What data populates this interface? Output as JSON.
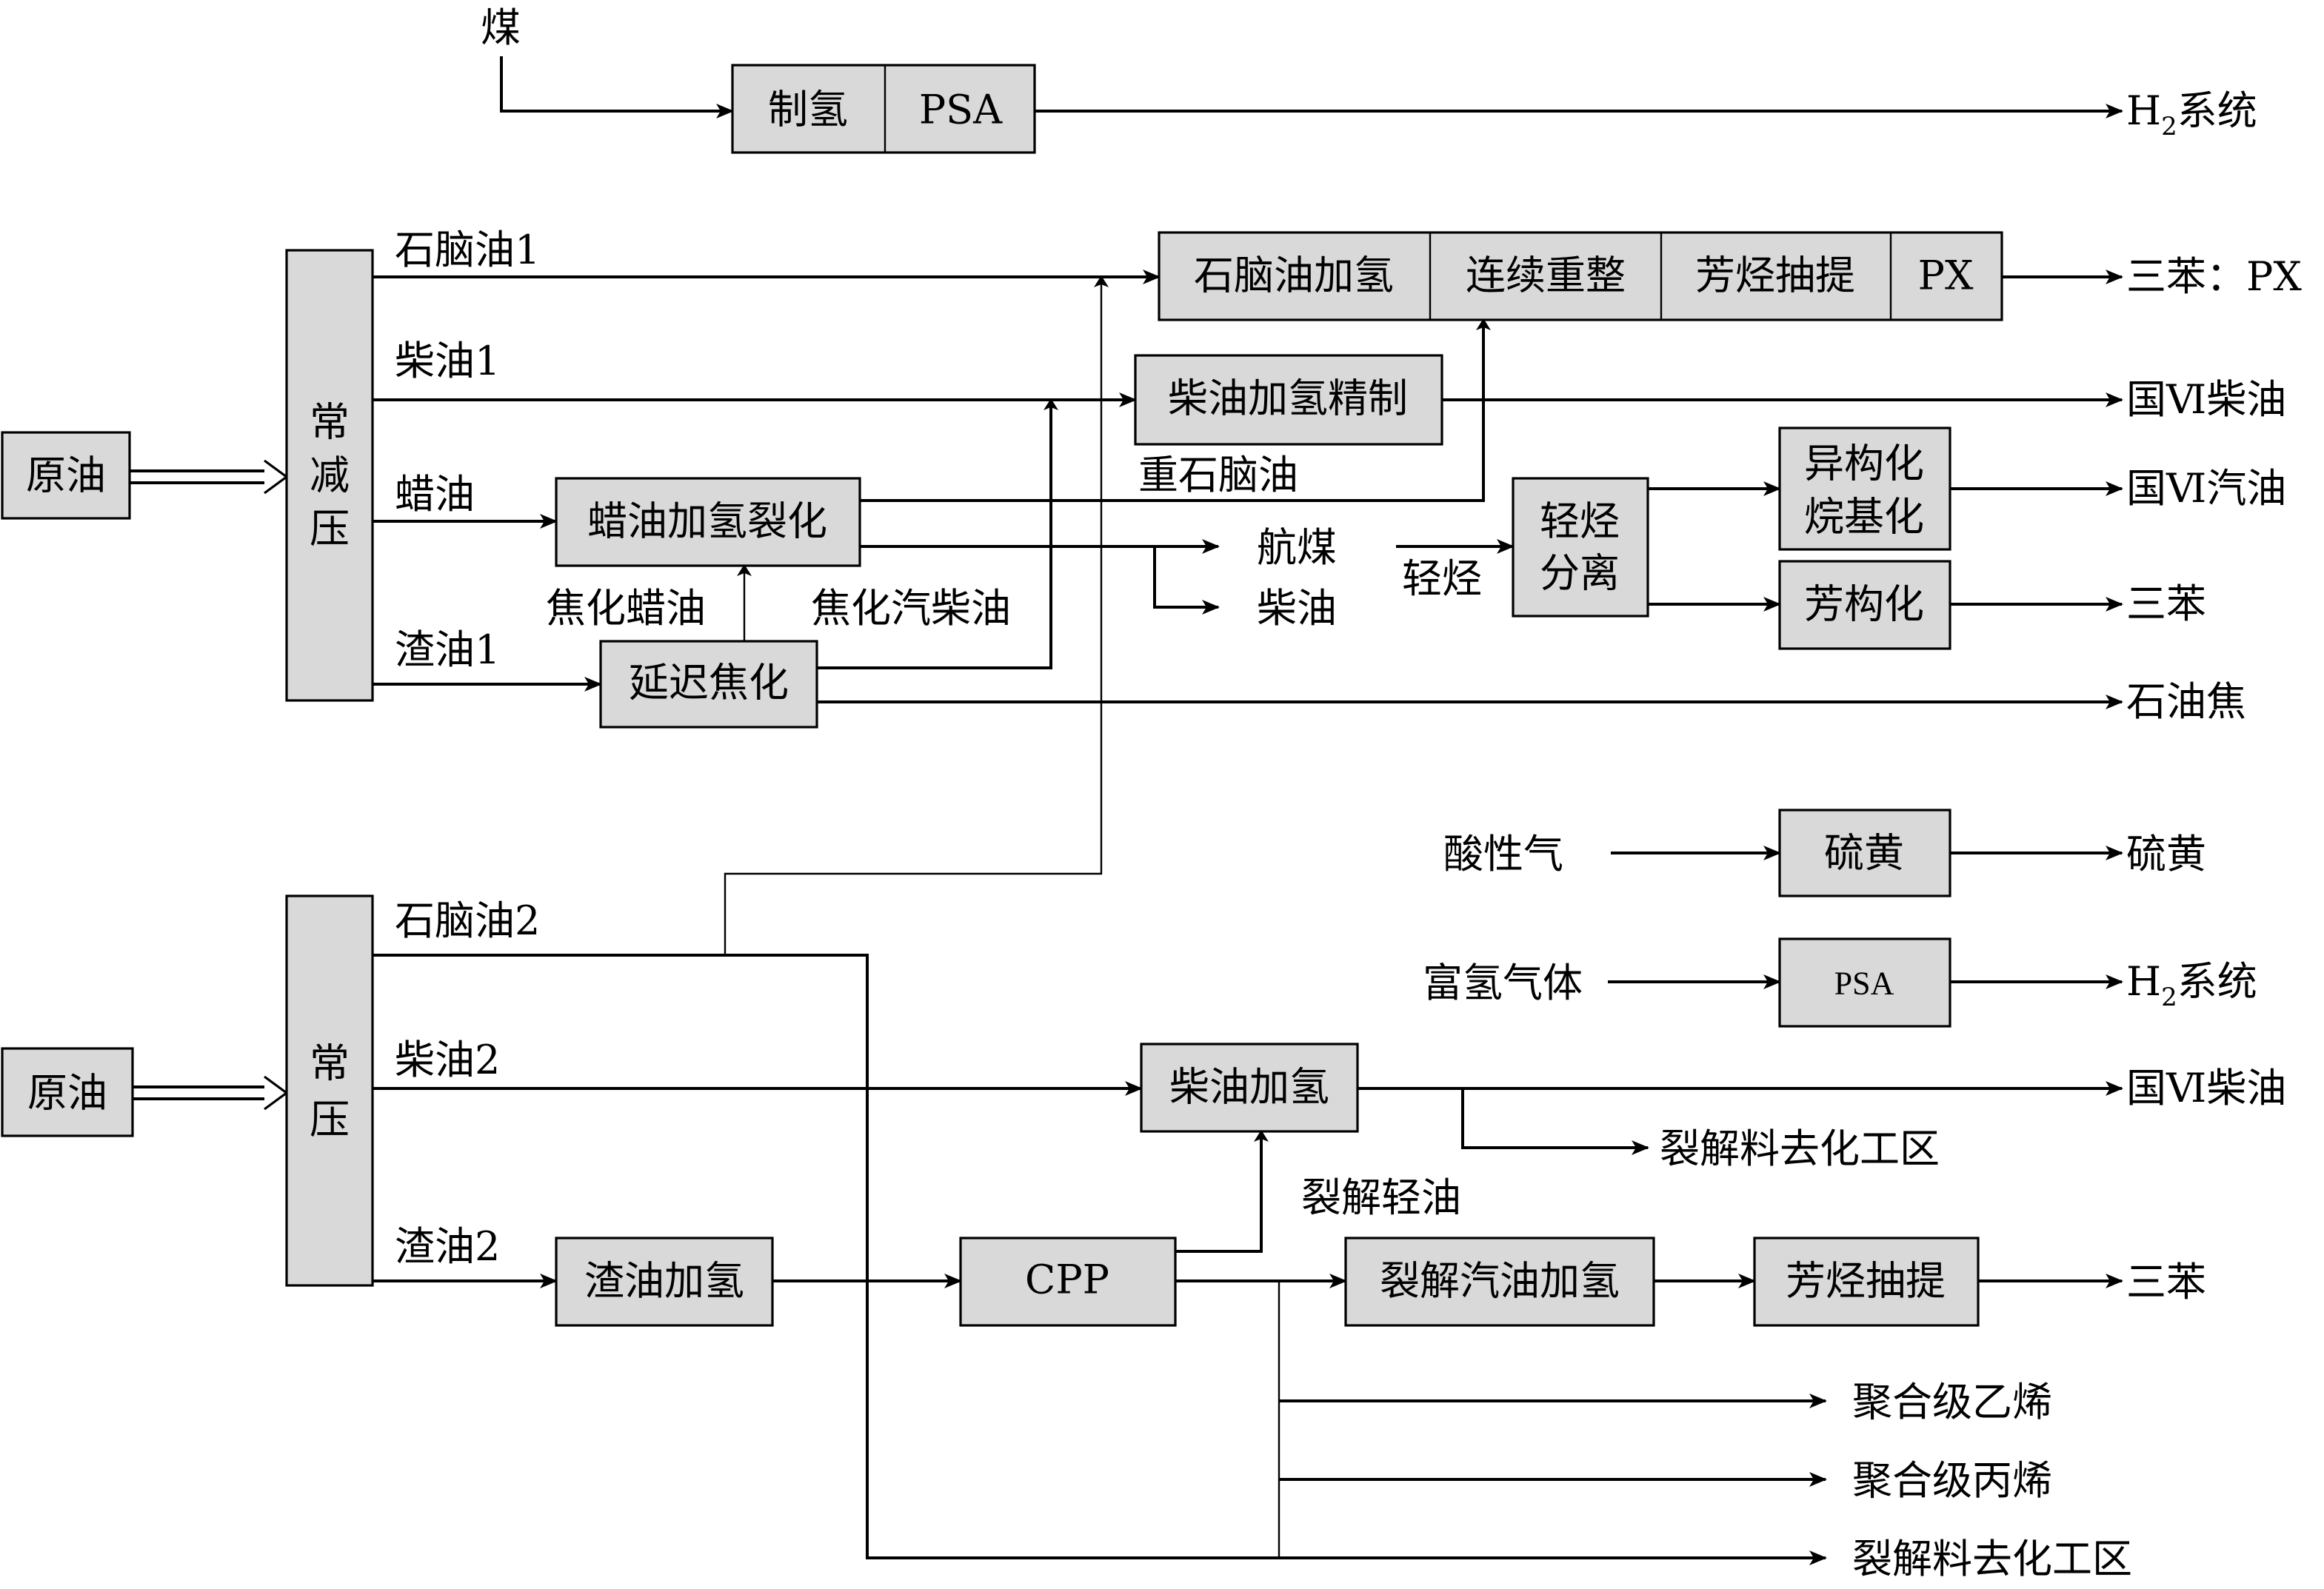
{
  "colors": {
    "box_fill": "#d9d9d9",
    "line": "#000000",
    "background": "#ffffff"
  },
  "top": {
    "coal": "煤",
    "h2_make": "制氢",
    "h2_psa": "PSA",
    "h2_out_main": "H",
    "h2_out_sub": "2",
    "h2_out_rest": "系统"
  },
  "unit1": {
    "crude": "原油",
    "column_chars": [
      "常",
      "减",
      "压"
    ],
    "naphtha": "石脑油1",
    "diesel": "柴油1",
    "wax": "蜡油",
    "residue": "渣油1",
    "naphtha_chain": [
      "石脑油加氢",
      "连续重整",
      "芳烃抽提",
      "PX"
    ],
    "naphtha_out": "三苯：PX",
    "diesel_refine": "柴油加氢精制",
    "diesel_out": "国Ⅵ柴油",
    "heavy_naphtha": "重石脑油",
    "wax_hydrocrack": "蜡油加氢裂化",
    "jet_fuel": "航煤",
    "diesel_product": "柴油",
    "light_hc_label": "轻烃",
    "light_sep": [
      "轻烃",
      "分离"
    ],
    "iso_alk": [
      "异构化",
      "烷基化"
    ],
    "gasoline_out": "国Ⅵ汽油",
    "aromatization": "芳构化",
    "aromatics_out": "三苯",
    "coker_wax": "焦化蜡油",
    "coker_gas_diesel": "焦化汽柴油",
    "delayed_coking": "延迟焦化",
    "petcoke_out": "石油焦"
  },
  "utilities": {
    "acid_gas": "酸性气",
    "sulfur_unit": "硫黄",
    "sulfur_out": "硫黄",
    "h2_rich_gas": "富氢气体",
    "psa": "PSA",
    "h2_out_main": "H",
    "h2_out_sub": "2",
    "h2_out_rest": "系统"
  },
  "unit2": {
    "crude": "原油",
    "column_chars": [
      "常",
      "压"
    ],
    "naphtha": "石脑油2",
    "diesel": "柴油2",
    "residue": "渣油2",
    "diesel_hydro": "柴油加氢",
    "diesel_out": "国Ⅵ柴油",
    "crack_feed_out_1": "裂解料去化工区",
    "cracked_light_oil": "裂解轻油",
    "residue_hydro": "渣油加氢",
    "cpp": "CPP",
    "pygas_hydro": "裂解汽油加氢",
    "aromatics_extract": "芳烃抽提",
    "aromatics_out": "三苯",
    "ethylene_out": "聚合级乙烯",
    "propylene_out": "聚合级丙烯",
    "crack_feed_out_2": "裂解料去化工区"
  }
}
